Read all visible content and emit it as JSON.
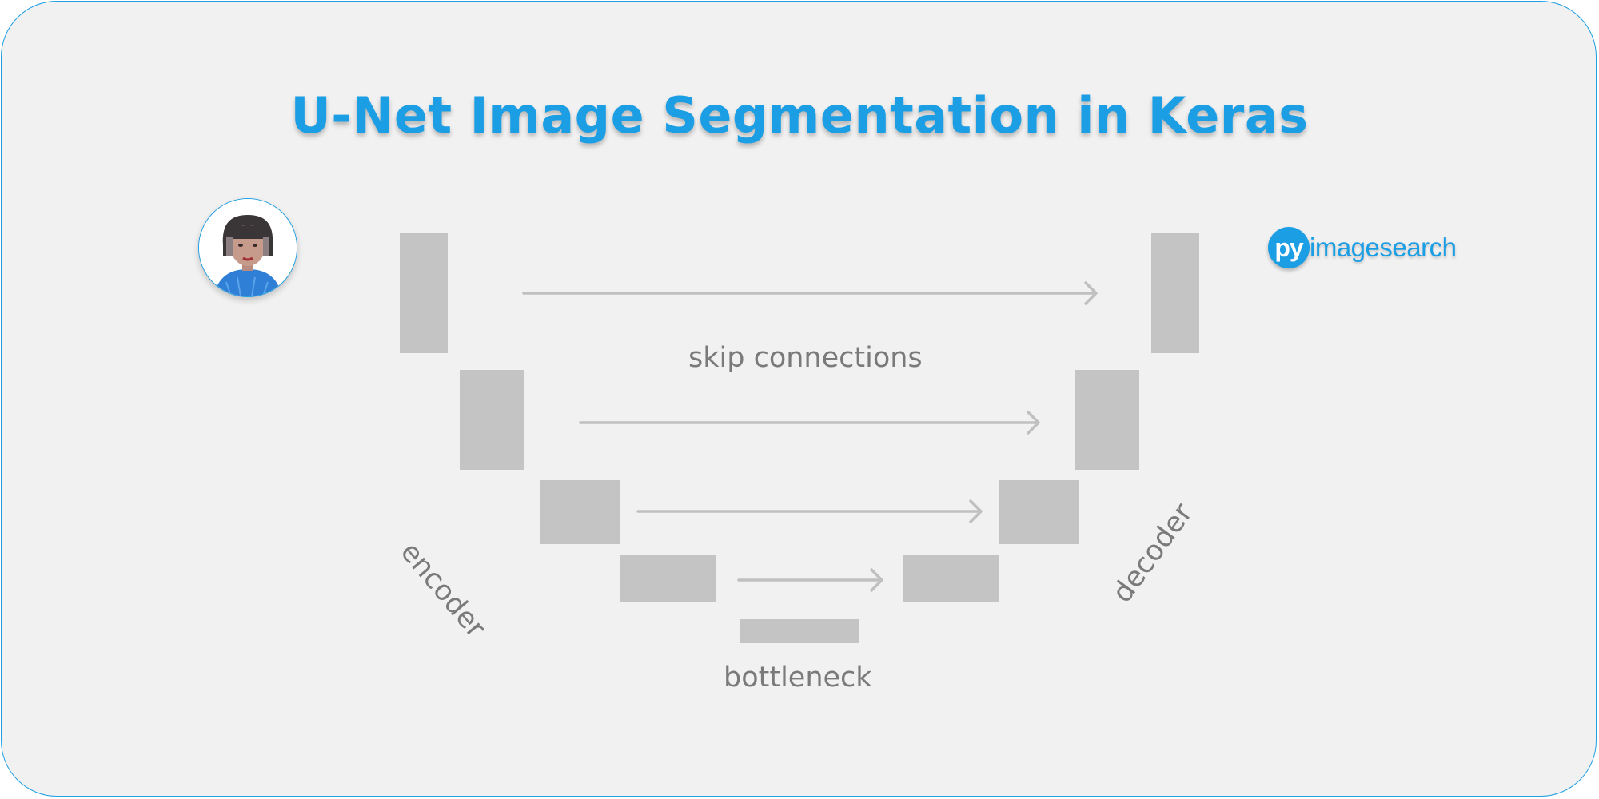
{
  "title": "U-Net Image Segmentation in Keras",
  "logo": {
    "circle_text": "py",
    "text": "imagesearch"
  },
  "labels": {
    "skip": "skip connections",
    "bottleneck": "bottleneck",
    "encoder": "encoder",
    "decoder": "decoder"
  },
  "colors": {
    "accent": "#1c9ee5",
    "block": "#c4c4c4",
    "arrow": "#c0c0c0",
    "label": "#7a7a7a",
    "background": "#f1f1f1"
  }
}
